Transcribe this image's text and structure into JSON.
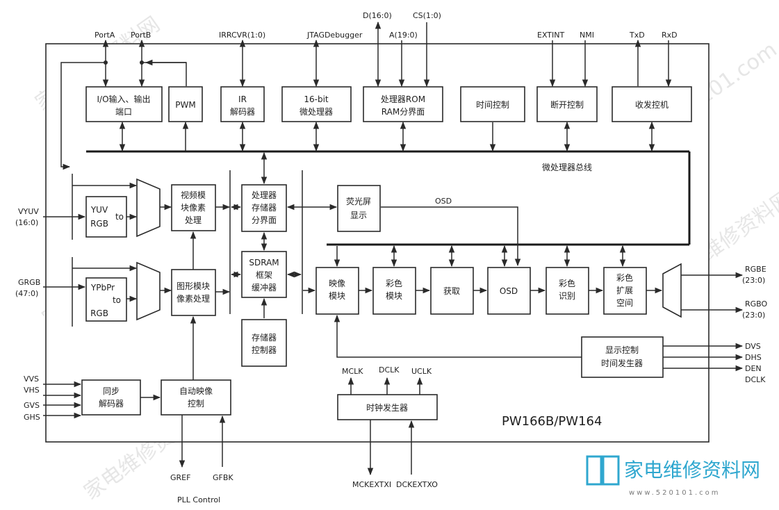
{
  "top": {
    "data_bus": "D(16:0)",
    "cs": "CS(1:0)"
  },
  "pins_top": [
    "PortA",
    "PortB",
    "IRRCVR(1:0)",
    "JTAGDebugger",
    "A(19:0)",
    "EXTINT",
    "NMI",
    "TxD",
    "RxD"
  ],
  "blocks": {
    "io": [
      "I/O输入、输出",
      "端口"
    ],
    "pwm": [
      "PWM"
    ],
    "ir": [
      "IR",
      "解码器"
    ],
    "cpu": [
      "16-bit",
      "微处理器"
    ],
    "rom": [
      "处理器ROM",
      "RAM分界面"
    ],
    "timer": [
      "时间控制"
    ],
    "interrupt": [
      "断开控制"
    ],
    "uart": [
      "收发控机"
    ],
    "yuv": [
      "YUV",
      "RGB"
    ],
    "yuv_to": "to",
    "ypbpr": [
      "YPbPr",
      "RGB"
    ],
    "ypbpr_to": "to",
    "video_pixel": [
      "视频模",
      "块像素",
      "处理"
    ],
    "graphic_pixel": [
      "图形模块",
      "像素处理"
    ],
    "proc_mem": [
      "处理器",
      "存储器",
      "分界面"
    ],
    "sdram": [
      "SDRAM",
      "框架",
      "缓冲器"
    ],
    "mem_ctrl": [
      "存储器",
      "控制器"
    ],
    "fluor": [
      "荧光屏",
      "显示"
    ],
    "scaler": [
      "映像",
      "模块"
    ],
    "color_mod": [
      "彩色",
      "模块"
    ],
    "capture": [
      "获取"
    ],
    "osd": [
      "OSD"
    ],
    "color_id": [
      "彩色",
      "识别"
    ],
    "color_exp": [
      "彩色",
      "扩展",
      "空间"
    ],
    "display_timing": [
      "显示控制",
      "时间发生器"
    ],
    "sync_dec": [
      "同步",
      "解码器"
    ],
    "auto_img": [
      "自动映像",
      "控制"
    ],
    "clock_gen": [
      "时钟发生器"
    ]
  },
  "bus_label": "微处理器总线",
  "osd_line_label": "OSD",
  "inputs": {
    "vyuv": [
      "VYUV",
      "(16:0)"
    ],
    "grgb": [
      "GRGB",
      "(47:0)"
    ],
    "sync": [
      "VVS",
      "VHS",
      "GVS",
      "GHS"
    ]
  },
  "outputs": {
    "rgbe": [
      "RGBE",
      "(23:0)"
    ],
    "rgbo": [
      "RGBO",
      "(23:0)"
    ],
    "disp": [
      "DVS",
      "DHS",
      "DEN",
      "DCLK"
    ]
  },
  "clocks": [
    "MCLK",
    "DCLK",
    "UCLK"
  ],
  "bottom_pins": [
    "GREF",
    "GFBK",
    "MCKEXTXI",
    "DCKEXTXO"
  ],
  "pll_label": "PLL Control",
  "part_number": "PW166B/PW164",
  "watermarks": [
    "家电维修资料网",
    "www.520101.com"
  ],
  "logo": {
    "name": "家电维修资料网",
    "url": "www.520101.com"
  }
}
